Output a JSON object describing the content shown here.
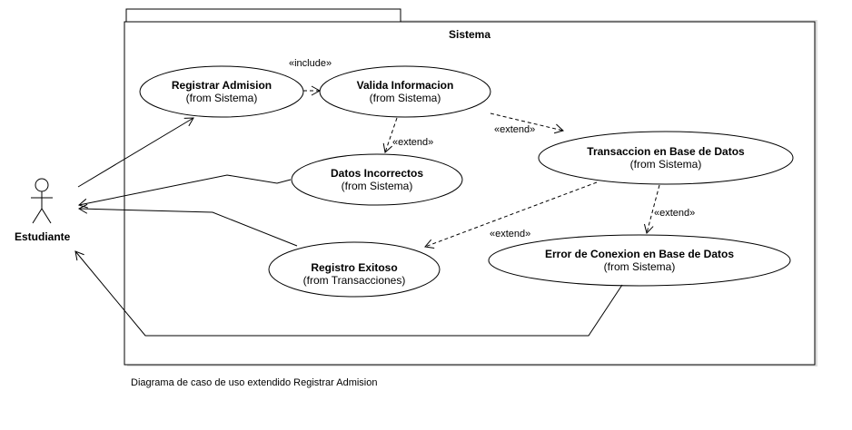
{
  "system": {
    "name": "Sistema"
  },
  "actor": {
    "name": "Estudiante"
  },
  "use_cases": [
    {
      "title": "Registrar Admision",
      "origin": "(from Sistema)"
    },
    {
      "title": "Valida Informacion",
      "origin": "(from Sistema)"
    },
    {
      "title": "Datos Incorrectos",
      "origin": "(from Sistema)"
    },
    {
      "title": "Transaccion en Base de Datos",
      "origin": "(from Sistema)"
    },
    {
      "title": "Registro Exitoso",
      "origin": "(from Transacciones)"
    },
    {
      "title": "Error de Conexion en Base de Datos",
      "origin": "(from Sistema)"
    }
  ],
  "relations": [
    {
      "stereotype": "«include»"
    },
    {
      "stereotype": "«extend»"
    },
    {
      "stereotype": "«extend»"
    },
    {
      "stereotype": "«extend»"
    },
    {
      "stereotype": "«extend»"
    }
  ],
  "caption": "Diagrama de caso de uso extendido Registrar Admision"
}
